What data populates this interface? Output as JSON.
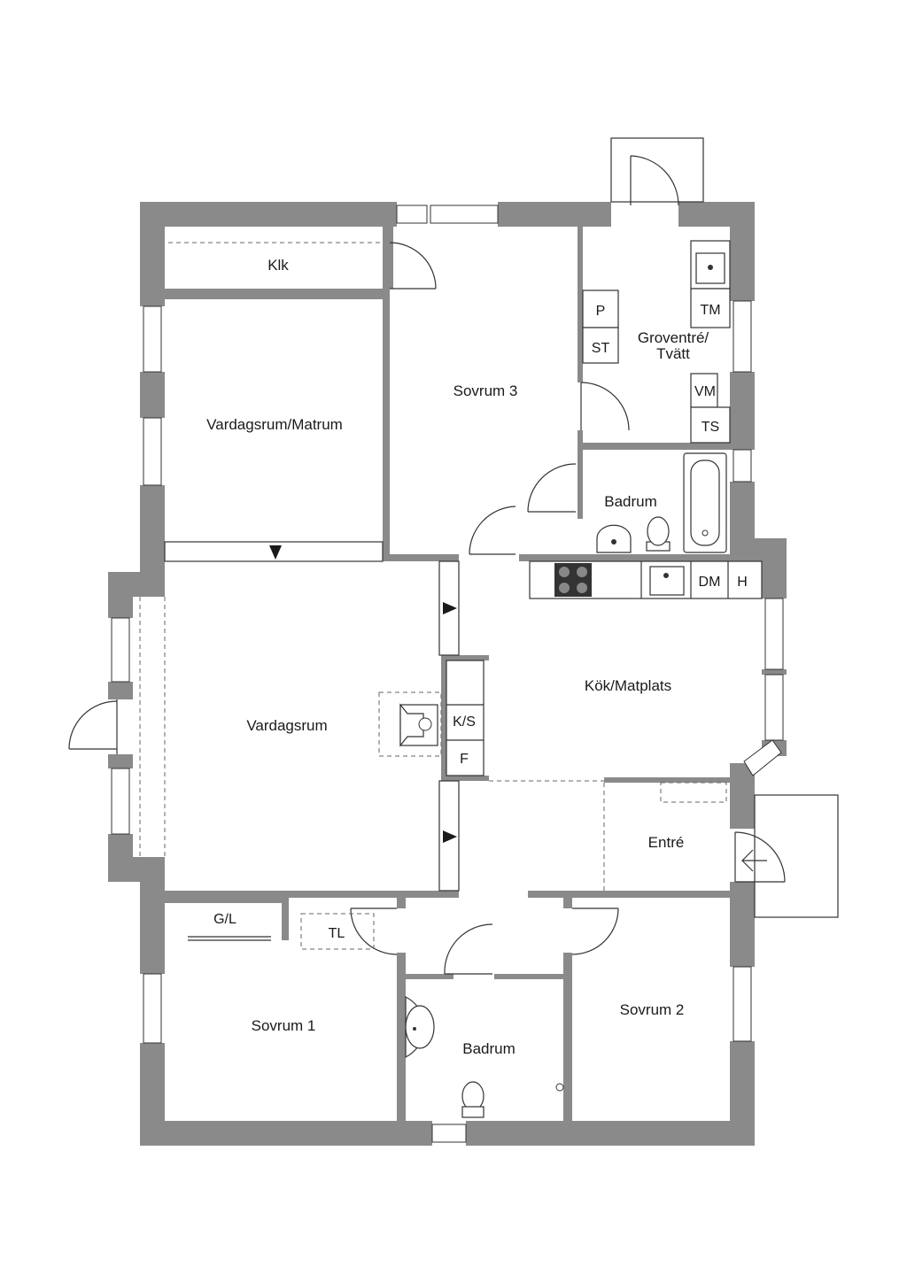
{
  "rooms": {
    "klk": "Klk",
    "vardagsrum_matrum": "Vardagsrum/Matrum",
    "sovrum3": "Sovrum 3",
    "groventre_line1": "Groventré/",
    "groventre_line2": "Tvätt",
    "badrum_top": "Badrum",
    "kok": "Kök/Matplats",
    "vardagsrum": "Vardagsrum",
    "entre": "Entré",
    "sovrum1": "Sovrum 1",
    "badrum_bottom": "Badrum",
    "sovrum2": "Sovrum 2"
  },
  "fixtures": {
    "p": "P",
    "st": "ST",
    "tm": "TM",
    "vm": "VM",
    "ts": "TS",
    "dm": "DM",
    "h": "H",
    "ks": "K/S",
    "f": "F",
    "gl": "G/L",
    "tl": "TL"
  },
  "colors": {
    "wall": "#8a8a8a",
    "line": "#333333",
    "background": "#ffffff"
  }
}
